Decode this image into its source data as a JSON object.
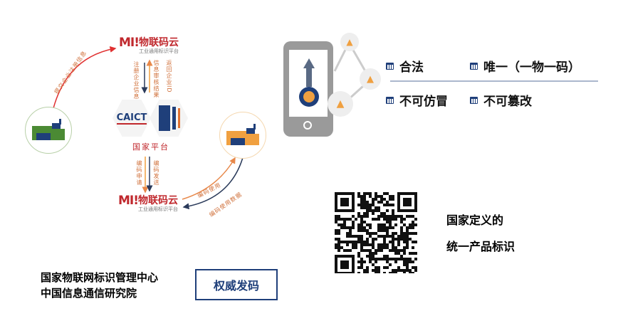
{
  "diagram": {
    "brand_name": "物联码云",
    "brand_mark": "MI!",
    "brand_sub": "工业通用标识平台",
    "platform_label": "国家平台",
    "caict_logo": "CAICT",
    "arrow_submit": "提交企业注册信息",
    "arrow_register": "注册企业信息",
    "arrow_review": "信息审核结果",
    "arrow_return_id": "返回企业ID",
    "arrow_apply": "编码申请",
    "arrow_send": "编码发送",
    "arrow_use": "编码使用",
    "arrow_use_data": "编码使用数据"
  },
  "features": [
    "合法",
    "唯一（一物一码）",
    "不可仿冒",
    "不可篡改"
  ],
  "qr_caption": [
    "国家定义的",
    "统一产品标识"
  ],
  "org": [
    "国家物联网标识管理中心",
    "中国信息通信研究院"
  ],
  "button_label": "权威发码",
  "colors": {
    "red": "#c0282d",
    "navy": "#1f3f7a",
    "orange": "#f0a040",
    "green": "#4b8a34"
  }
}
